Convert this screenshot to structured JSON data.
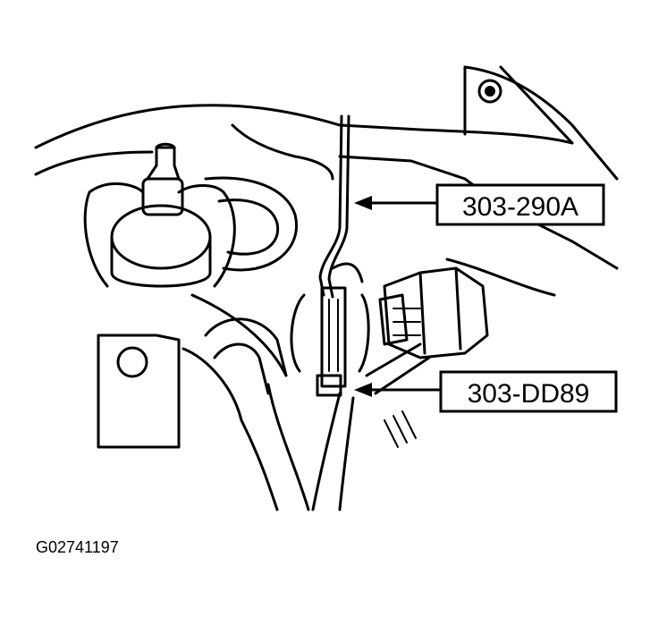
{
  "callouts": [
    {
      "label": "303-290A",
      "target": "tool-303-290A"
    },
    {
      "label": "303-DD89",
      "target": "tool-303-DD89"
    }
  ],
  "figure_id": "G02741197",
  "colors": {
    "ink": "#000000",
    "background": "#ffffff"
  }
}
